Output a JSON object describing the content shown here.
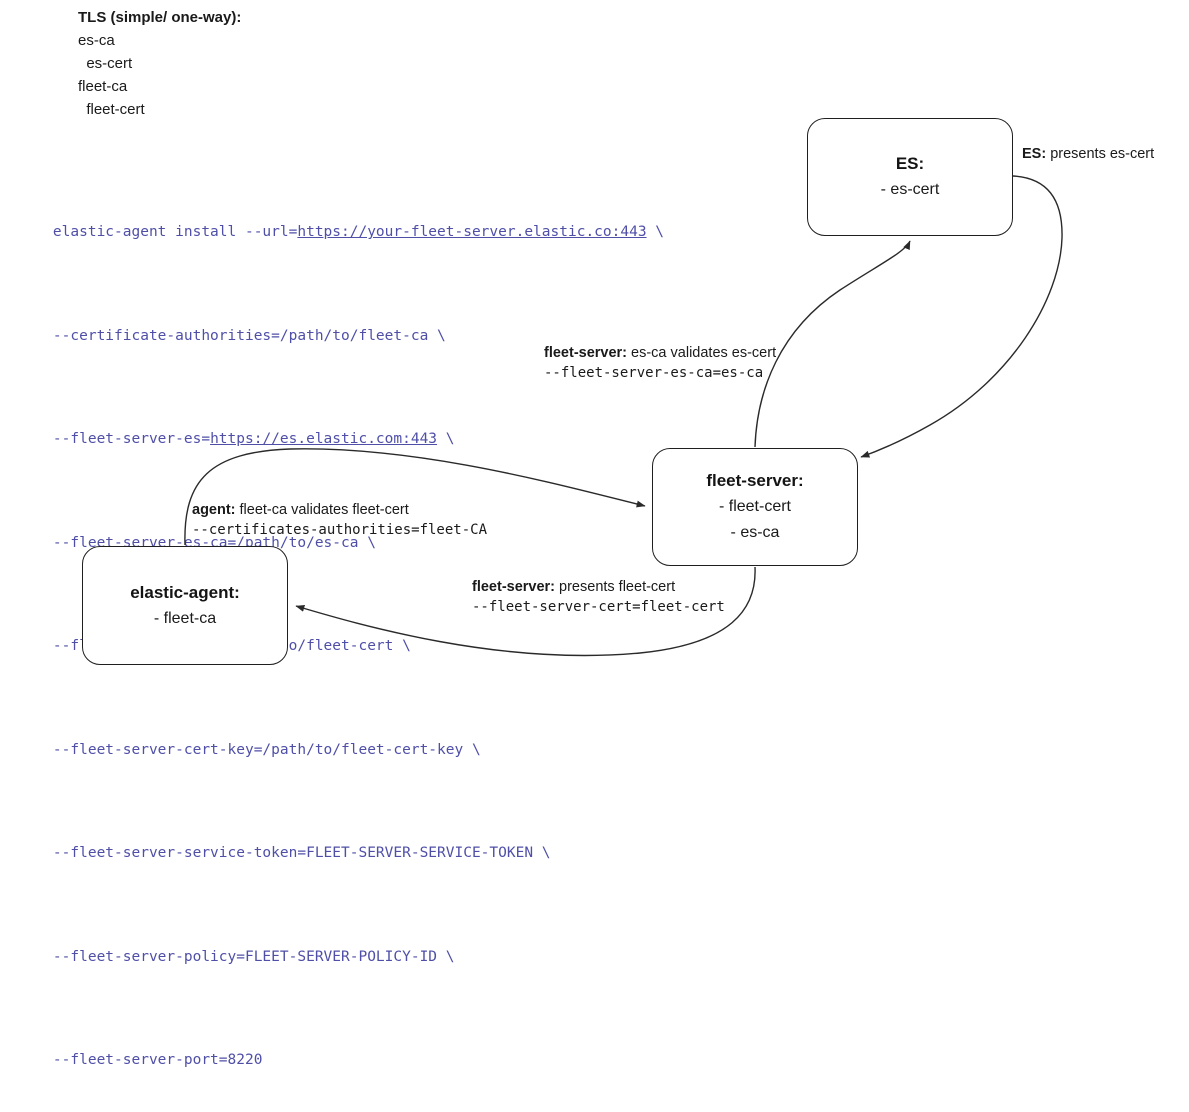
{
  "legend": {
    "title": "TLS (simple/ one-way):",
    "lines": [
      "es-ca",
      "  es-cert",
      "fleet-ca",
      "  fleet-cert"
    ]
  },
  "command": {
    "lines": [
      {
        "pre": "elastic-agent install --url=",
        "url": "https://your-fleet-server.elastic.co:443",
        "post": " \\"
      },
      {
        "pre": "--certificate-authorities=/path/to/fleet-ca \\",
        "url": "",
        "post": ""
      },
      {
        "pre": "--fleet-server-es=",
        "url": "https://es.elastic.com:443",
        "post": " \\"
      },
      {
        "pre": "--fleet-server-es-ca=/path/to/es-ca \\",
        "url": "",
        "post": ""
      },
      {
        "pre": "--fleet-server-cert=/path/to/fleet-cert \\",
        "url": "",
        "post": ""
      },
      {
        "pre": "--fleet-server-cert-key=/path/to/fleet-cert-key \\",
        "url": "",
        "post": ""
      },
      {
        "pre": "--fleet-server-service-token=FLEET-SERVER-SERVICE-TOKEN \\",
        "url": "",
        "post": ""
      },
      {
        "pre": "--fleet-server-policy=FLEET-SERVER-POLICY-ID \\",
        "url": "",
        "post": ""
      },
      {
        "pre": "--fleet-server-port=8220",
        "url": "",
        "post": ""
      }
    ],
    "text_color": "#4f4fa8"
  },
  "nodes": {
    "es": {
      "title": "ES:",
      "items": [
        "- es-cert"
      ]
    },
    "fleet_server": {
      "title": "fleet-server:",
      "items": [
        "- fleet-cert",
        "- es-ca"
      ]
    },
    "elastic_agent": {
      "title": "elastic-agent:",
      "items": [
        "- fleet-ca"
      ]
    }
  },
  "edges": {
    "es_presents": {
      "bold": "ES:",
      "prose": " presents es-cert",
      "code": ""
    },
    "fleet_validates": {
      "bold": "fleet-server:",
      "prose": " es-ca validates es-cert",
      "code": "--fleet-server-es-ca=es-ca"
    },
    "agent_validates": {
      "bold": "agent:",
      "prose": " fleet-ca validates fleet-cert",
      "code": "--certificates-authorities=fleet-CA"
    },
    "fleet_presents": {
      "bold": "fleet-server:",
      "prose": " presents fleet-cert",
      "code": "--fleet-server-cert=fleet-cert"
    }
  },
  "colors": {
    "stroke": "#2a2a2a",
    "box_border": "#1f1f1f",
    "text": "#1a1a1a",
    "code": "#4f4fa8"
  }
}
